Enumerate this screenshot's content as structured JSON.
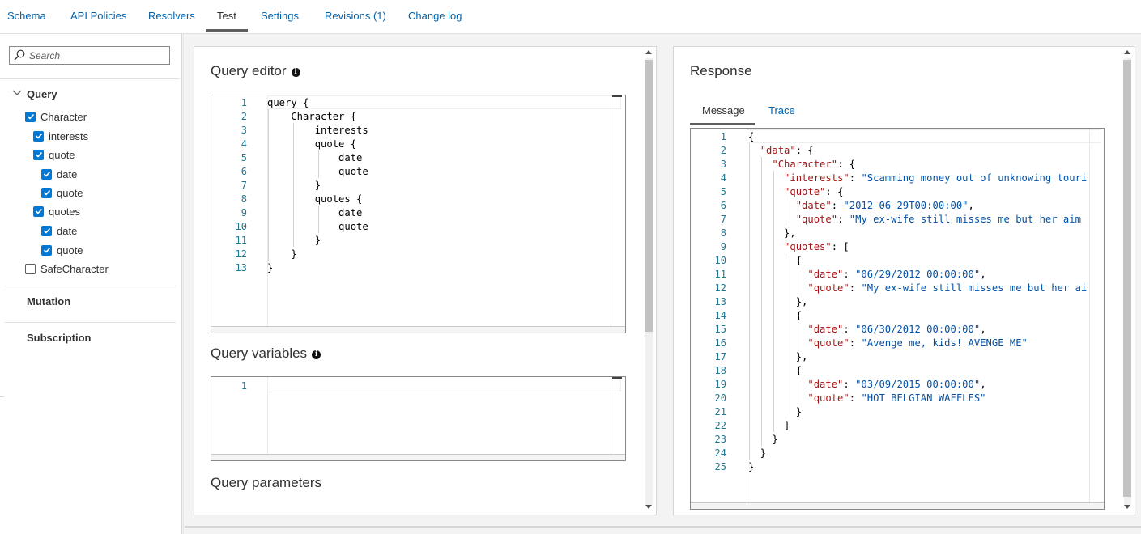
{
  "tabs": [
    {
      "label": "Schema"
    },
    {
      "label": "API Policies"
    },
    {
      "label": "Resolvers"
    },
    {
      "label": "Test"
    },
    {
      "label": "Settings"
    },
    {
      "label": "Revisions (1)"
    },
    {
      "label": "Change log"
    }
  ],
  "active_tab": "Test",
  "sidebar": {
    "search_placeholder": "Search",
    "query_heading": "Query",
    "items": [
      {
        "label": "Character",
        "checked": true
      },
      {
        "label": "interests",
        "checked": true
      },
      {
        "label": "quote",
        "checked": true
      },
      {
        "label": "date",
        "checked": true
      },
      {
        "label": "quote",
        "checked": true
      },
      {
        "label": "quotes",
        "checked": true
      },
      {
        "label": "date",
        "checked": true
      },
      {
        "label": "quote",
        "checked": true
      },
      {
        "label": "SafeCharacter",
        "checked": false
      }
    ],
    "mutation_heading": "Mutation",
    "subscription_heading": "Subscription"
  },
  "query_panel": {
    "editor_title": "Query editor",
    "variables_title": "Query variables",
    "parameters_title": "Query parameters",
    "query_lines": [
      "query {",
      "    Character {",
      "        interests",
      "        quote {",
      "            date",
      "            quote",
      "        }",
      "        quotes {",
      "            date",
      "            quote",
      "        }",
      "    }",
      "}"
    ],
    "variables_lines": [
      ""
    ]
  },
  "response_panel": {
    "title": "Response",
    "tabs": [
      {
        "label": "Message"
      },
      {
        "label": "Trace"
      }
    ],
    "active_tab": "Message",
    "json_lines": [
      "{",
      "  \"data\": {",
      "    \"Character\": {",
      "      \"interests\": \"Scamming money out of unknowing touri",
      "      \"quote\": {",
      "        \"date\": \"2012-06-29T00:00:00\",",
      "        \"quote\": \"My ex-wife still misses me but her aim",
      "      },",
      "      \"quotes\": [",
      "        {",
      "          \"date\": \"06/29/2012 00:00:00\",",
      "          \"quote\": \"My ex-wife still misses me but her ai",
      "        },",
      "        {",
      "          \"date\": \"06/30/2012 00:00:00\",",
      "          \"quote\": \"Avenge me, kids! AVENGE ME\"",
      "        },",
      "        {",
      "          \"date\": \"03/09/2015 00:00:00\",",
      "          \"quote\": \"HOT BELGIAN WAFFLES\"",
      "        }",
      "      ]",
      "    }",
      "  }",
      "}"
    ]
  },
  "colors": {
    "accent": "#0078d4",
    "link": "#0062ad",
    "keyword": "#0000ff",
    "type": "#267f99",
    "field": "#795e26",
    "json_key": "#a31515",
    "json_string": "#0451a5",
    "line_number": "#237893"
  }
}
